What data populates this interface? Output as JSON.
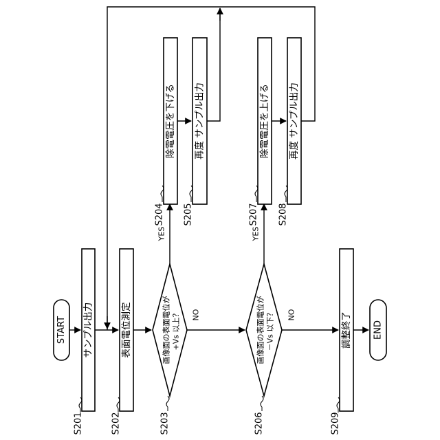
{
  "flowchart": {
    "start": "START",
    "end": "END",
    "yes": "YES",
    "no": "NO",
    "steps": {
      "s201": {
        "id": "S201",
        "text": "サンプル出力"
      },
      "s202": {
        "id": "S202",
        "text": "表面電位測定"
      },
      "s203": {
        "id": "S203",
        "line1": "画像面の表面電位が",
        "line2": "+Vs 以上？"
      },
      "s204": {
        "id": "S204",
        "text": "除電電圧を下げる"
      },
      "s205": {
        "id": "S205",
        "text": "再度 サンプル出力"
      },
      "s206": {
        "id": "S206",
        "line1": "画像面の表面電位が",
        "line2": "－Vs 以下？"
      },
      "s207": {
        "id": "S207",
        "text": "除電電圧を上げる"
      },
      "s208": {
        "id": "S208",
        "text": "再度 サンプル出力"
      },
      "s209": {
        "id": "S209",
        "text": "調整終了"
      }
    }
  }
}
